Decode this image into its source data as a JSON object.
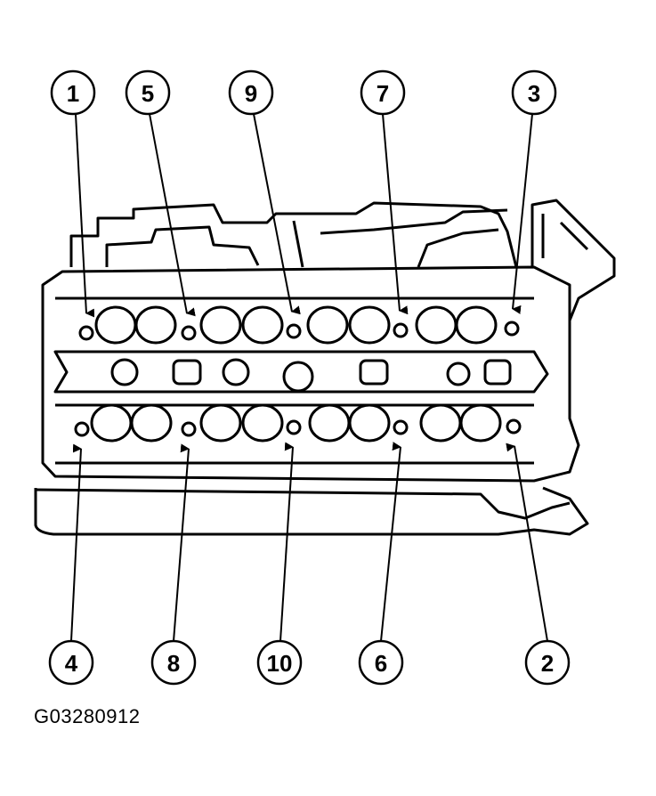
{
  "figure_code": "G03280912",
  "callouts": {
    "top": [
      "1",
      "5",
      "9",
      "7",
      "3"
    ],
    "bottom": [
      "4",
      "8",
      "10",
      "6",
      "2"
    ]
  }
}
